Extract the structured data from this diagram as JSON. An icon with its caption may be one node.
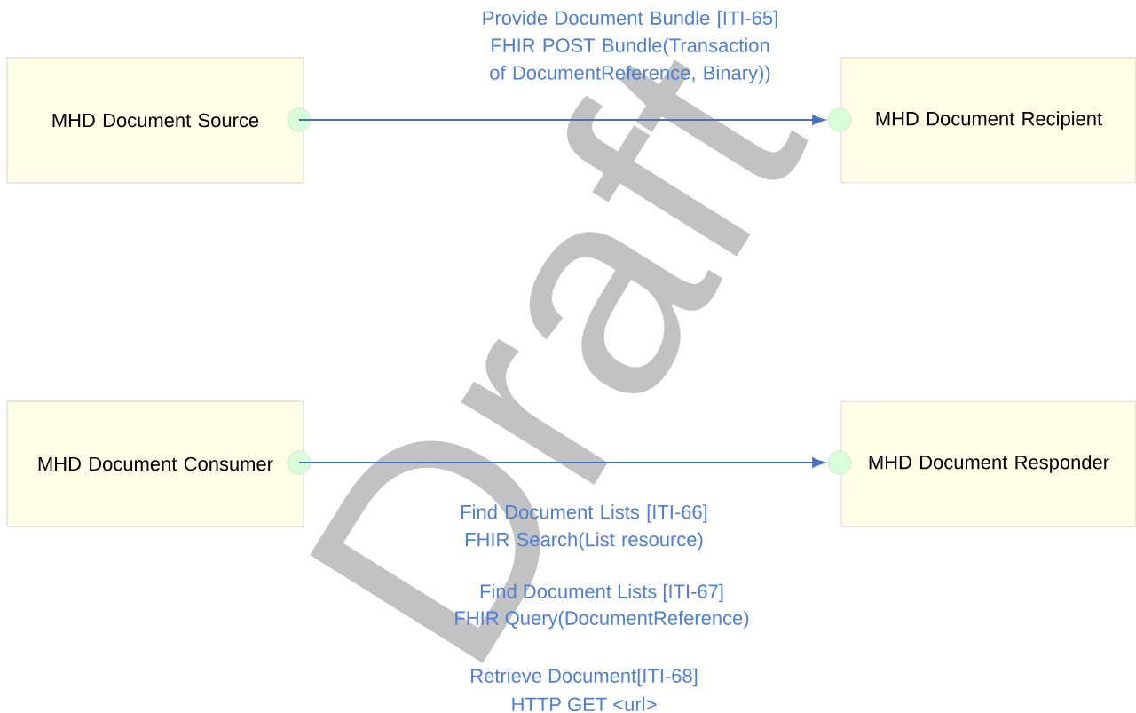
{
  "diagram": {
    "nodes": [
      {
        "text": [
          "MHD Document Source"
        ]
      },
      {
        "text": [
          "MHD Document Recipient"
        ]
      },
      {
        "text": [
          "MHD Document Consumer"
        ]
      },
      {
        "text": [
          "MHD Document Responder"
        ]
      },
      {
        "text": [],
        "shape": "circle"
      },
      {
        "text": [],
        "shape": "circle"
      },
      {
        "text": [],
        "shape": "circle"
      },
      {
        "text": [],
        "shape": "circle"
      }
    ],
    "edges": [
      {
        "from": 4,
        "to": 5,
        "arrow": "to",
        "label": "Provide Document Bundle [ITI-65] FHIR POST Bundle(Transaction of DocumentReference, Binary))"
      },
      {
        "from": 6,
        "to": 7,
        "arrow": "to",
        "label": "Find Document Lists [ITI-66] FHIR Search(List resource)"
      }
    ],
    "labels": [
      "Draft",
      "Find Document Lists [ITI-67]",
      "FHIR Query(DocumentReference)",
      "Retrieve Document[ITI-68]",
      "HTTP GET <url>"
    ]
  }
}
